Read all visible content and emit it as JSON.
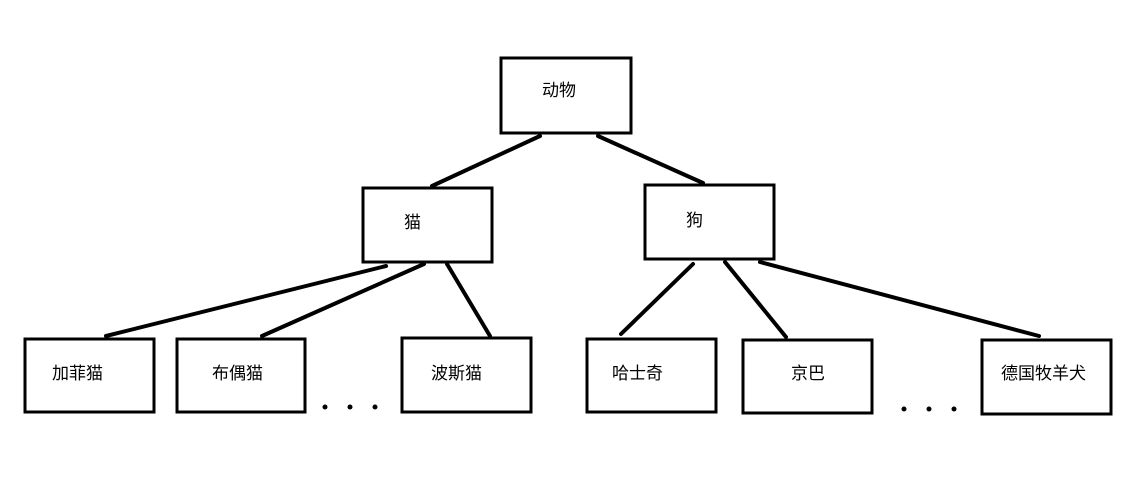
{
  "tree": {
    "root": {
      "label": "动物"
    },
    "branches": [
      {
        "label": "猫",
        "children": [
          {
            "label": "加菲猫"
          },
          {
            "label": "布偶猫"
          },
          {
            "label": "波斯猫"
          }
        ],
        "has_more": true
      },
      {
        "label": "狗",
        "children": [
          {
            "label": "哈士奇"
          },
          {
            "label": "京巴"
          },
          {
            "label": "德国牧羊犬"
          }
        ],
        "has_more": true
      }
    ]
  },
  "colors": {
    "stroke": "#000000",
    "fill": "#ffffff",
    "text": "#000000"
  }
}
